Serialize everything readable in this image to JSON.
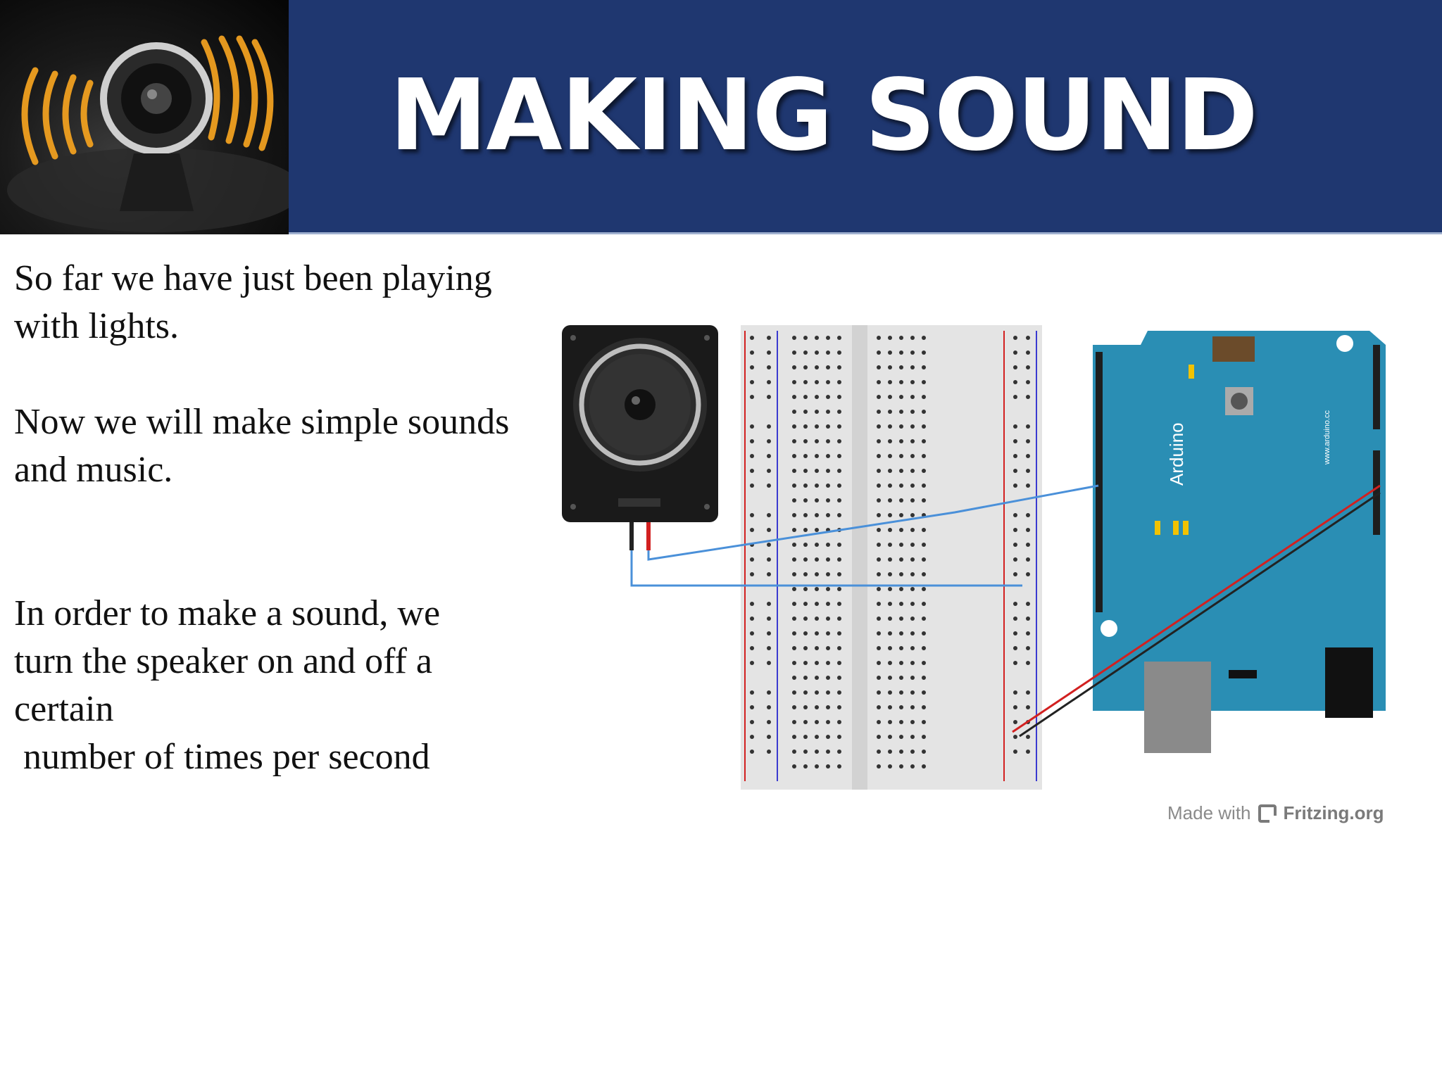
{
  "header": {
    "title": "MAKING SOUND",
    "image": "speaker-sound-waves-icon",
    "background_color": "#1f3770"
  },
  "body": {
    "paragraph_1": "So far we have just been playing with lights.",
    "paragraph_2": "Now we will make simple sounds and music.",
    "paragraph_3_lines": [
      "In order to make a sound, we",
      "turn the speaker on and off a",
      "certain",
      " number of times per second"
    ]
  },
  "diagram": {
    "arduino_label": "Arduino",
    "arduino_website": "www.arduino.cc",
    "arduino_color": "#2a8eb4",
    "wire_signal_color": "#4a90d9",
    "wire_power_color": "#d22020",
    "wire_ground_color": "#222222",
    "credit_prefix": "Made with",
    "credit_brand": "Fritzing.org"
  }
}
